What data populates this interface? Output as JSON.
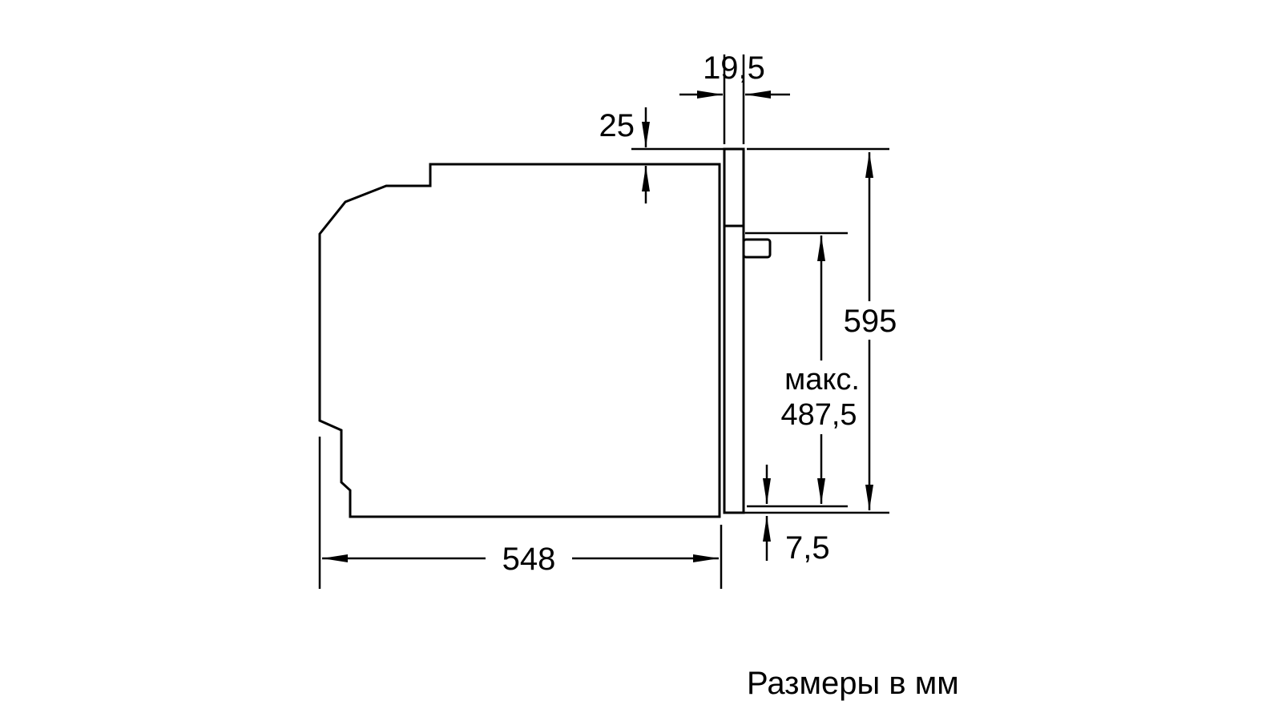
{
  "page": {
    "background_color": "#ffffff",
    "line_color": "#000000"
  },
  "diagram": {
    "kind": "appliance-installation-side-view",
    "footer_note": "Размеры в мм",
    "dimensions": {
      "panel_thickness": "19,5",
      "top_offset": "25",
      "front_height": "595",
      "max_label": "макс.",
      "max_height": "487,5",
      "bottom_gap": "7,5",
      "body_depth": "548"
    }
  }
}
